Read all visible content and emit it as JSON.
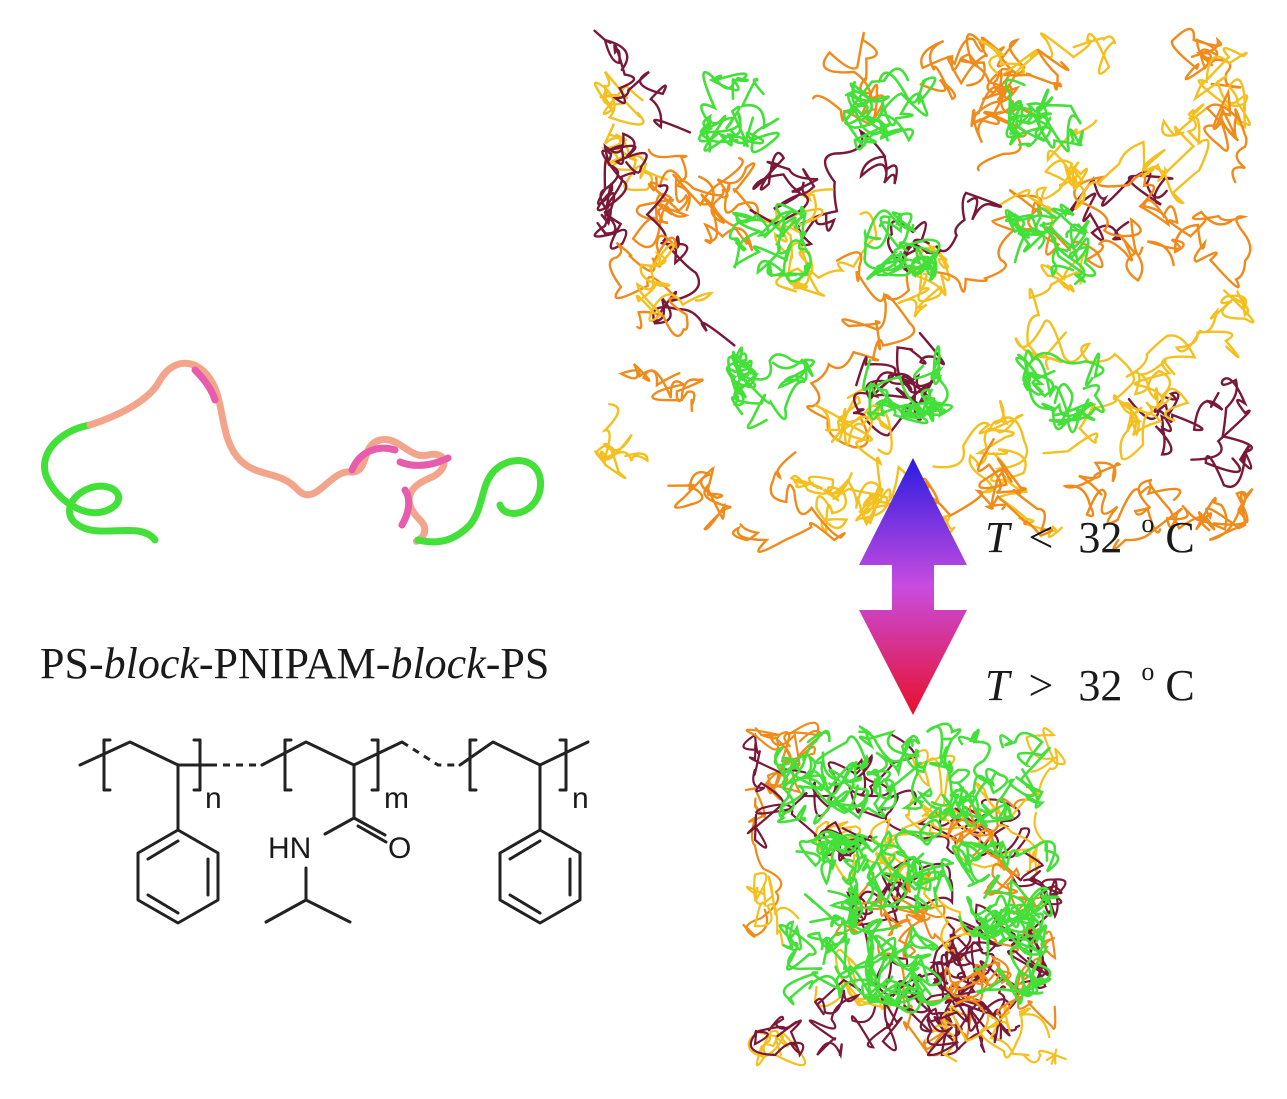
{
  "polymer": {
    "title_parts": [
      {
        "text": "PS-",
        "style": "normal"
      },
      {
        "text": "block",
        "style": "italic"
      },
      {
        "text": "-PNIPAM-",
        "style": "normal"
      },
      {
        "text": "block",
        "style": "italic"
      },
      {
        "text": "-PS",
        "style": "normal"
      }
    ],
    "subscripts": {
      "n_left": "n",
      "m": "m",
      "n_right": "n"
    },
    "atoms": {
      "hn": "HN",
      "o": "O"
    }
  },
  "transition": {
    "cold": {
      "symbol": "T",
      "relation": "<",
      "value": "32",
      "unit_sup": "o",
      "unit": "C"
    },
    "hot": {
      "symbol": "T",
      "relation": ">",
      "value": "32",
      "unit_sup": "o",
      "unit": "C"
    }
  },
  "colors": {
    "ps_block": "#44e03a",
    "pnipam_chain": "#f2a58a",
    "pnipam_pink": "#e85cae",
    "network_orange": "#f08a1a",
    "network_yellow": "#f4c020",
    "network_dark": "#7a1838",
    "arrow_cold": "#2a1ce0",
    "arrow_mid": "#c84ce0",
    "arrow_hot": "#e8102a"
  }
}
